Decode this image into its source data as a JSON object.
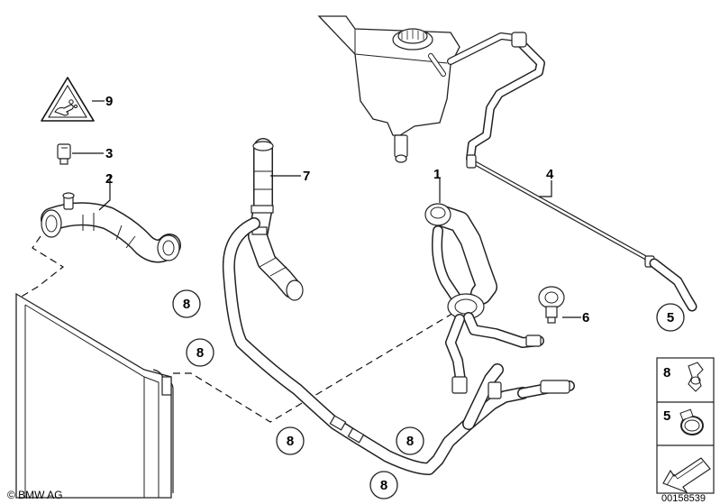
{
  "callouts": {
    "c1": "1",
    "c2": "2",
    "c3": "3",
    "c4": "4",
    "c5": "5",
    "c6": "6",
    "c7": "7",
    "c9": "9"
  },
  "circled": {
    "a": "8",
    "b": "8",
    "c": "8",
    "d": "8",
    "e": "8",
    "f": "5"
  },
  "legend": {
    "top_num": "8",
    "mid_num": "5"
  },
  "footer": {
    "copyright": "© BMW AG",
    "image_number": "00158539"
  }
}
